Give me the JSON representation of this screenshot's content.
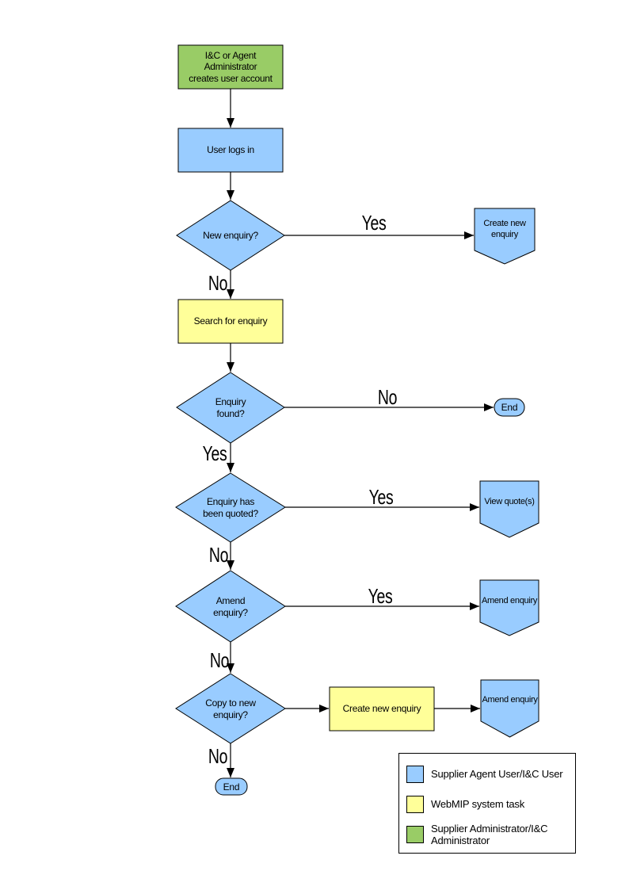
{
  "colors": {
    "actor_blue": "#99CCFF",
    "task_yellow": "#FFFF99",
    "admin_green": "#99CC66",
    "outline": "#000000"
  },
  "nodes": {
    "create_account": {
      "label": "I&C or Agent Administrator\ncreates user account"
    },
    "user_logs_in": {
      "label": "User logs in"
    },
    "new_enquiry_q": {
      "label": "New enquiry?"
    },
    "create_new_enquiry_out": {
      "label": "Create new\nenquiry"
    },
    "search_for_enquiry": {
      "label": "Search for enquiry"
    },
    "enquiry_found_q": {
      "label": "Enquiry\nfound?"
    },
    "end_right": {
      "label": "End"
    },
    "enquiry_quoted_q": {
      "label": "Enquiry has\nbeen quoted?"
    },
    "view_quotes_out": {
      "label": "View quote(s)"
    },
    "amend_enquiry_q": {
      "label": "Amend\nenquiry?"
    },
    "amend_enquiry_out1": {
      "label": "Amend enquiry"
    },
    "copy_to_new_q": {
      "label": "Copy to new\nenquiry?"
    },
    "create_new_enquiry_task": {
      "label": "Create new enquiry"
    },
    "amend_enquiry_out2": {
      "label": "Amend enquiry"
    },
    "end_bottom": {
      "label": "End"
    }
  },
  "edge_labels": {
    "new_enquiry_yes": "Yes",
    "new_enquiry_no": "No",
    "enquiry_found_no": "No",
    "enquiry_found_yes": "Yes",
    "quoted_yes": "Yes",
    "quoted_no": "No",
    "amend_yes": "Yes",
    "amend_no": "No",
    "copy_no": "No"
  },
  "legend": {
    "items": [
      {
        "label": "Supplier Agent User/I&C User",
        "color": "#99CCFF"
      },
      {
        "label": "WebMIP system task",
        "color": "#FFFF99"
      },
      {
        "label": "Supplier Administrator/I&C\nAdministrator",
        "color": "#99CC66"
      }
    ]
  }
}
